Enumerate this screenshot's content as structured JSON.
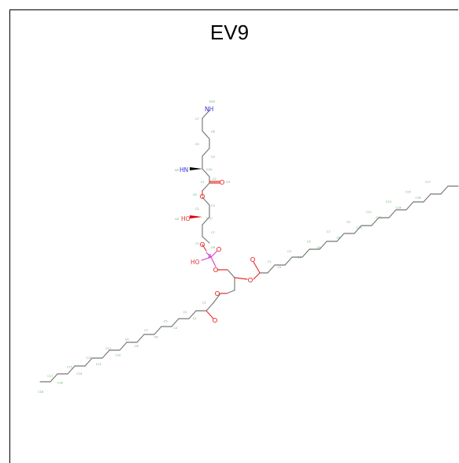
{
  "title": "EV9",
  "colors": {
    "carbon_bond": "#777777",
    "oxygen": "#e8302f",
    "nitrogen": "#3030e0",
    "phosphorus": "#d040d0",
    "atom_label": "#60b060"
  },
  "atoms": {
    "nh2_top": "NH",
    "nh2_side": "HN",
    "nh2_side_label": "N9",
    "ho_side": "HO",
    "ho_side_label": "O9",
    "ho_p": "HO",
    "p": "P",
    "o_generic": "O"
  },
  "atom_ids": {
    "n10": "N10",
    "c_chain_a": [
      "C7",
      "C6",
      "C5",
      "C4",
      "C(4)"
    ],
    "c_top": [
      "C1",
      "C2",
      "O3"
    ],
    "c_lys": [
      "O2",
      "C3",
      "C2",
      "C(2)",
      "C7",
      "C2",
      "O9"
    ],
    "c_right_chain": [
      "C17",
      "C16",
      "C15",
      "C14",
      "C13",
      "C12",
      "C11",
      "C10",
      "C9",
      "C8",
      "C7",
      "C6",
      "C5",
      "C4",
      "C3",
      "C2",
      "C1"
    ],
    "c_left_chain": [
      "C18",
      "C17",
      "C16",
      "C15",
      "C14",
      "C13",
      "C12",
      "C11",
      "C10",
      "C9",
      "C8",
      "C7",
      "C6",
      "C5",
      "C4",
      "C3",
      "C2",
      "C1"
    ]
  }
}
